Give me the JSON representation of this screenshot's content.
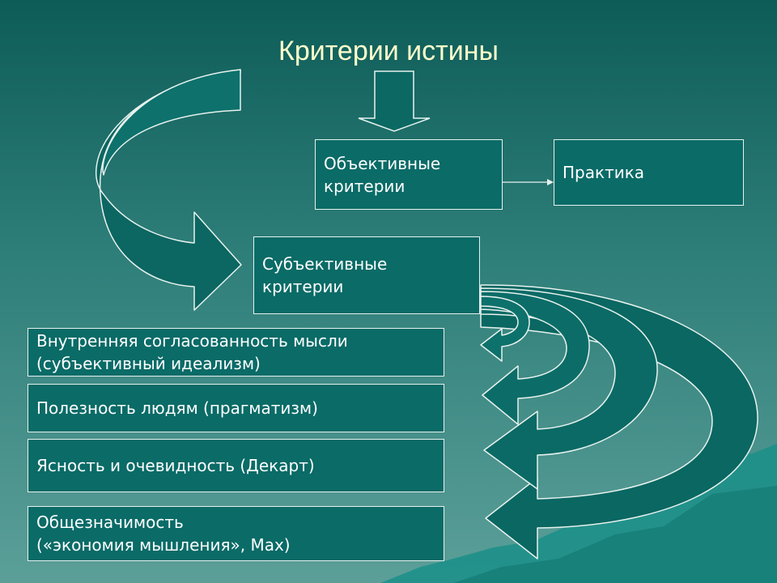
{
  "title": "Критерии истины",
  "objective": {
    "line1": "Объективные",
    "line2": "критерии"
  },
  "practice": "Практика",
  "subjective": {
    "line1": "Субъективные",
    "line2": "критерии"
  },
  "criteria": [
    {
      "line1": "Внутренняя согласованность мысли",
      "line2": "(субъективный идеализм)"
    },
    {
      "line1": "Полезность людям (прагматизм)"
    },
    {
      "line1": "Ясность и очевидность (Декарт)"
    },
    {
      "line1": "Общезначимость",
      "line2": "(«экономия мышления», Мах)"
    }
  ]
}
